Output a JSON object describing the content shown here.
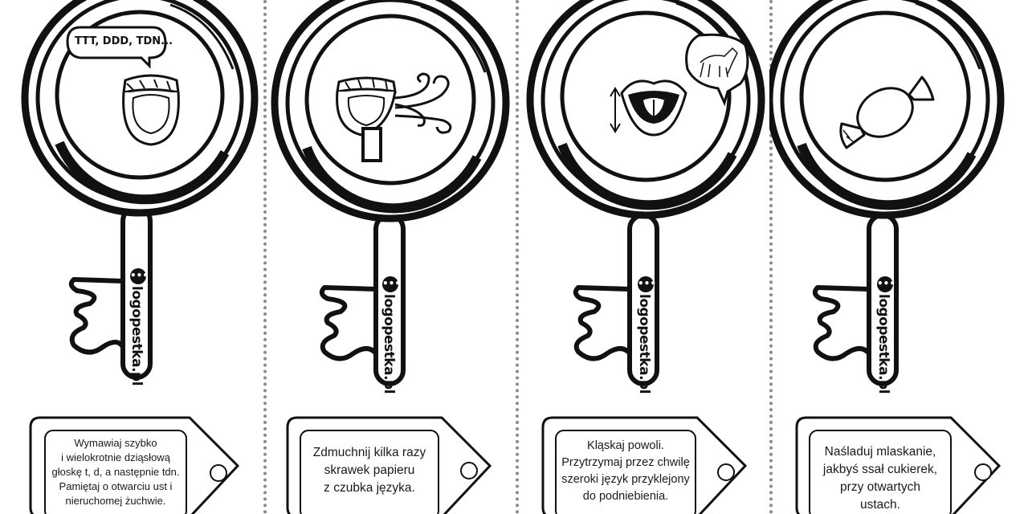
{
  "brand": "logopestka.pl",
  "cards": [
    {
      "bubble": "TTT, DDD, TDN...",
      "tag_lines": [
        "Wymawiaj szybko",
        "i wielokrotnie dziąsłową",
        "głoskę t, d, a następnie tdn.",
        "Pamiętaj o otwarciu ust i",
        "nieruchomej żuchwie."
      ]
    },
    {
      "tag_lines": [
        "Zdmuchnij kilka razy",
        "skrawek papieru",
        "z czubka języka."
      ]
    },
    {
      "tag_lines": [
        "Kląskaj powoli.",
        "Przytrzymaj przez chwilę",
        "szeroki język przyklejony",
        "do podniebienia."
      ]
    },
    {
      "tag_lines": [
        "Naśladuj mlaskanie,",
        "jakbyś ssał cukierek,",
        "przy otwartych",
        "ustach."
      ]
    }
  ],
  "icons": [
    "mouth-tongue-icon",
    "blowing-paper-icon",
    "clicking-tongue-icon",
    "horse-icon",
    "candy-icon",
    "key-icon",
    "tag-icon"
  ]
}
